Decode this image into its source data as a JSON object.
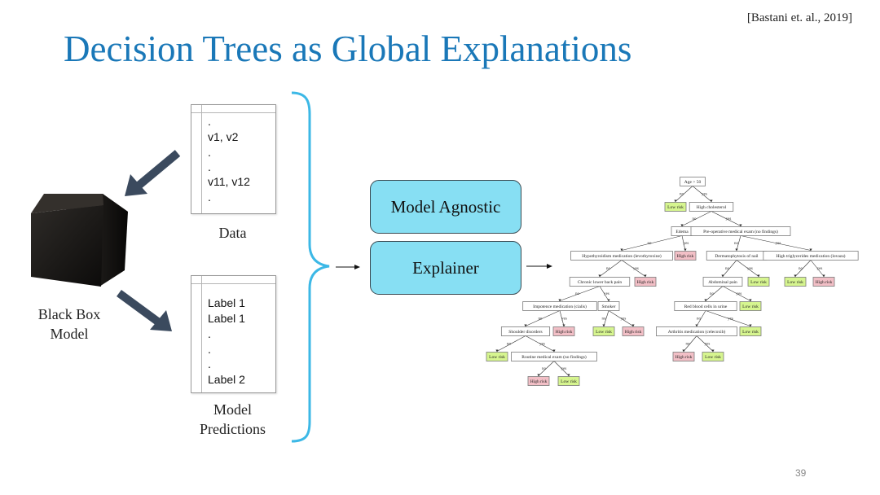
{
  "citation": "[Bastani et. al., 2019]",
  "title": "Decision Trees as Global Explanations",
  "page_number": "39",
  "black_box": {
    "line1": "Black Box",
    "line2": "Model"
  },
  "data_doc": {
    "lines": [
      ".",
      "v1, v2",
      ".",
      ".",
      "v11, v12",
      "."
    ],
    "caption": "Data"
  },
  "pred_doc": {
    "lines": [
      "Label 1",
      "Label 1",
      ".",
      ".",
      ".",
      "Label 2"
    ],
    "caption_line1": "Model",
    "caption_line2": "Predictions"
  },
  "model_agnostic": "Model Agnostic",
  "explainer": "Explainer",
  "edge_labels": {
    "no": "no",
    "yes": "yes"
  },
  "tree_nodes": [
    {
      "id": "n0",
      "text": "Age > 50",
      "kind": "split"
    },
    {
      "id": "n1",
      "text": "Low risk",
      "kind": "low"
    },
    {
      "id": "n2",
      "text": "High cholesterol",
      "kind": "split"
    },
    {
      "id": "n3",
      "text": "Edema",
      "kind": "split"
    },
    {
      "id": "n4",
      "text": "Pre-operative medical exam (no findings)",
      "kind": "split"
    },
    {
      "id": "n5",
      "text": "Hypothyroidism medication (levothyroxine)",
      "kind": "split"
    },
    {
      "id": "n6",
      "text": "High risk",
      "kind": "high"
    },
    {
      "id": "n7",
      "text": "Dermatophytosis of nail",
      "kind": "split"
    },
    {
      "id": "n8",
      "text": "High triglycerides medication (lovaza)",
      "kind": "split"
    },
    {
      "id": "n9",
      "text": "Chronic lower back pain",
      "kind": "split"
    },
    {
      "id": "n10",
      "text": "High risk",
      "kind": "high"
    },
    {
      "id": "n11",
      "text": "Abdominal pain",
      "kind": "split"
    },
    {
      "id": "n12",
      "text": "Low risk",
      "kind": "low"
    },
    {
      "id": "n13",
      "text": "Low risk",
      "kind": "low"
    },
    {
      "id": "n14",
      "text": "High risk",
      "kind": "high"
    },
    {
      "id": "n15",
      "text": "Impotence medication (cialis)",
      "kind": "split"
    },
    {
      "id": "n16",
      "text": "Smoker",
      "kind": "split"
    },
    {
      "id": "n17",
      "text": "Red blood cells in urine",
      "kind": "split"
    },
    {
      "id": "n18",
      "text": "Low risk",
      "kind": "low"
    },
    {
      "id": "n19",
      "text": "Shoulder disorders",
      "kind": "split"
    },
    {
      "id": "n20",
      "text": "High risk",
      "kind": "high"
    },
    {
      "id": "n21",
      "text": "Low risk",
      "kind": "low"
    },
    {
      "id": "n22",
      "text": "High risk",
      "kind": "high"
    },
    {
      "id": "n23",
      "text": "Arthritis medication (celecoxib)",
      "kind": "split"
    },
    {
      "id": "n24",
      "text": "Low risk",
      "kind": "low"
    },
    {
      "id": "n25",
      "text": "Low risk",
      "kind": "low"
    },
    {
      "id": "n26",
      "text": "Routine medical exam (no findings)",
      "kind": "split"
    },
    {
      "id": "n27",
      "text": "High risk",
      "kind": "high"
    },
    {
      "id": "n28",
      "text": "Low risk",
      "kind": "low"
    },
    {
      "id": "n29",
      "text": "High risk",
      "kind": "high"
    },
    {
      "id": "n30",
      "text": "Low risk",
      "kind": "low"
    }
  ],
  "tree_edges": [
    {
      "from": "n0",
      "to": "n1",
      "label": "no"
    },
    {
      "from": "n0",
      "to": "n2",
      "label": "yes"
    },
    {
      "from": "n2",
      "to": "n3",
      "label": "no"
    },
    {
      "from": "n2",
      "to": "n4",
      "label": "yes"
    },
    {
      "from": "n3",
      "to": "n5",
      "label": "no"
    },
    {
      "from": "n3",
      "to": "n6",
      "label": "yes"
    },
    {
      "from": "n4",
      "to": "n7",
      "label": "no"
    },
    {
      "from": "n4",
      "to": "n8",
      "label": "yes"
    },
    {
      "from": "n5",
      "to": "n9",
      "label": "no"
    },
    {
      "from": "n5",
      "to": "n10",
      "label": "yes"
    },
    {
      "from": "n7",
      "to": "n11",
      "label": "no"
    },
    {
      "from": "n7",
      "to": "n12",
      "label": "yes"
    },
    {
      "from": "n8",
      "to": "n13",
      "label": "no"
    },
    {
      "from": "n8",
      "to": "n14",
      "label": "yes"
    },
    {
      "from": "n9",
      "to": "n15",
      "label": "no"
    },
    {
      "from": "n9",
      "to": "n16",
      "label": "yes"
    },
    {
      "from": "n11",
      "to": "n17",
      "label": "no"
    },
    {
      "from": "n11",
      "to": "n18",
      "label": "yes"
    },
    {
      "from": "n15",
      "to": "n19",
      "label": "no"
    },
    {
      "from": "n15",
      "to": "n20",
      "label": "yes"
    },
    {
      "from": "n16",
      "to": "n21",
      "label": "no"
    },
    {
      "from": "n16",
      "to": "n22",
      "label": "yes"
    },
    {
      "from": "n17",
      "to": "n23",
      "label": "no"
    },
    {
      "from": "n17",
      "to": "n24",
      "label": "yes"
    },
    {
      "from": "n19",
      "to": "n25",
      "label": "no"
    },
    {
      "from": "n19",
      "to": "n26",
      "label": "yes"
    },
    {
      "from": "n23",
      "to": "n27",
      "label": "no"
    },
    {
      "from": "n23",
      "to": "n28",
      "label": "yes"
    },
    {
      "from": "n26",
      "to": "n29",
      "label": "no"
    },
    {
      "from": "n26",
      "to": "n30",
      "label": "yes"
    }
  ],
  "colors": {
    "title": "#1a78b8",
    "bracket": "#3cb8e6",
    "box_fill": "#87dff3",
    "arrow": "#3b4a5e",
    "leaf_low": "#d6f58f",
    "leaf_high": "#f2bfc6"
  }
}
